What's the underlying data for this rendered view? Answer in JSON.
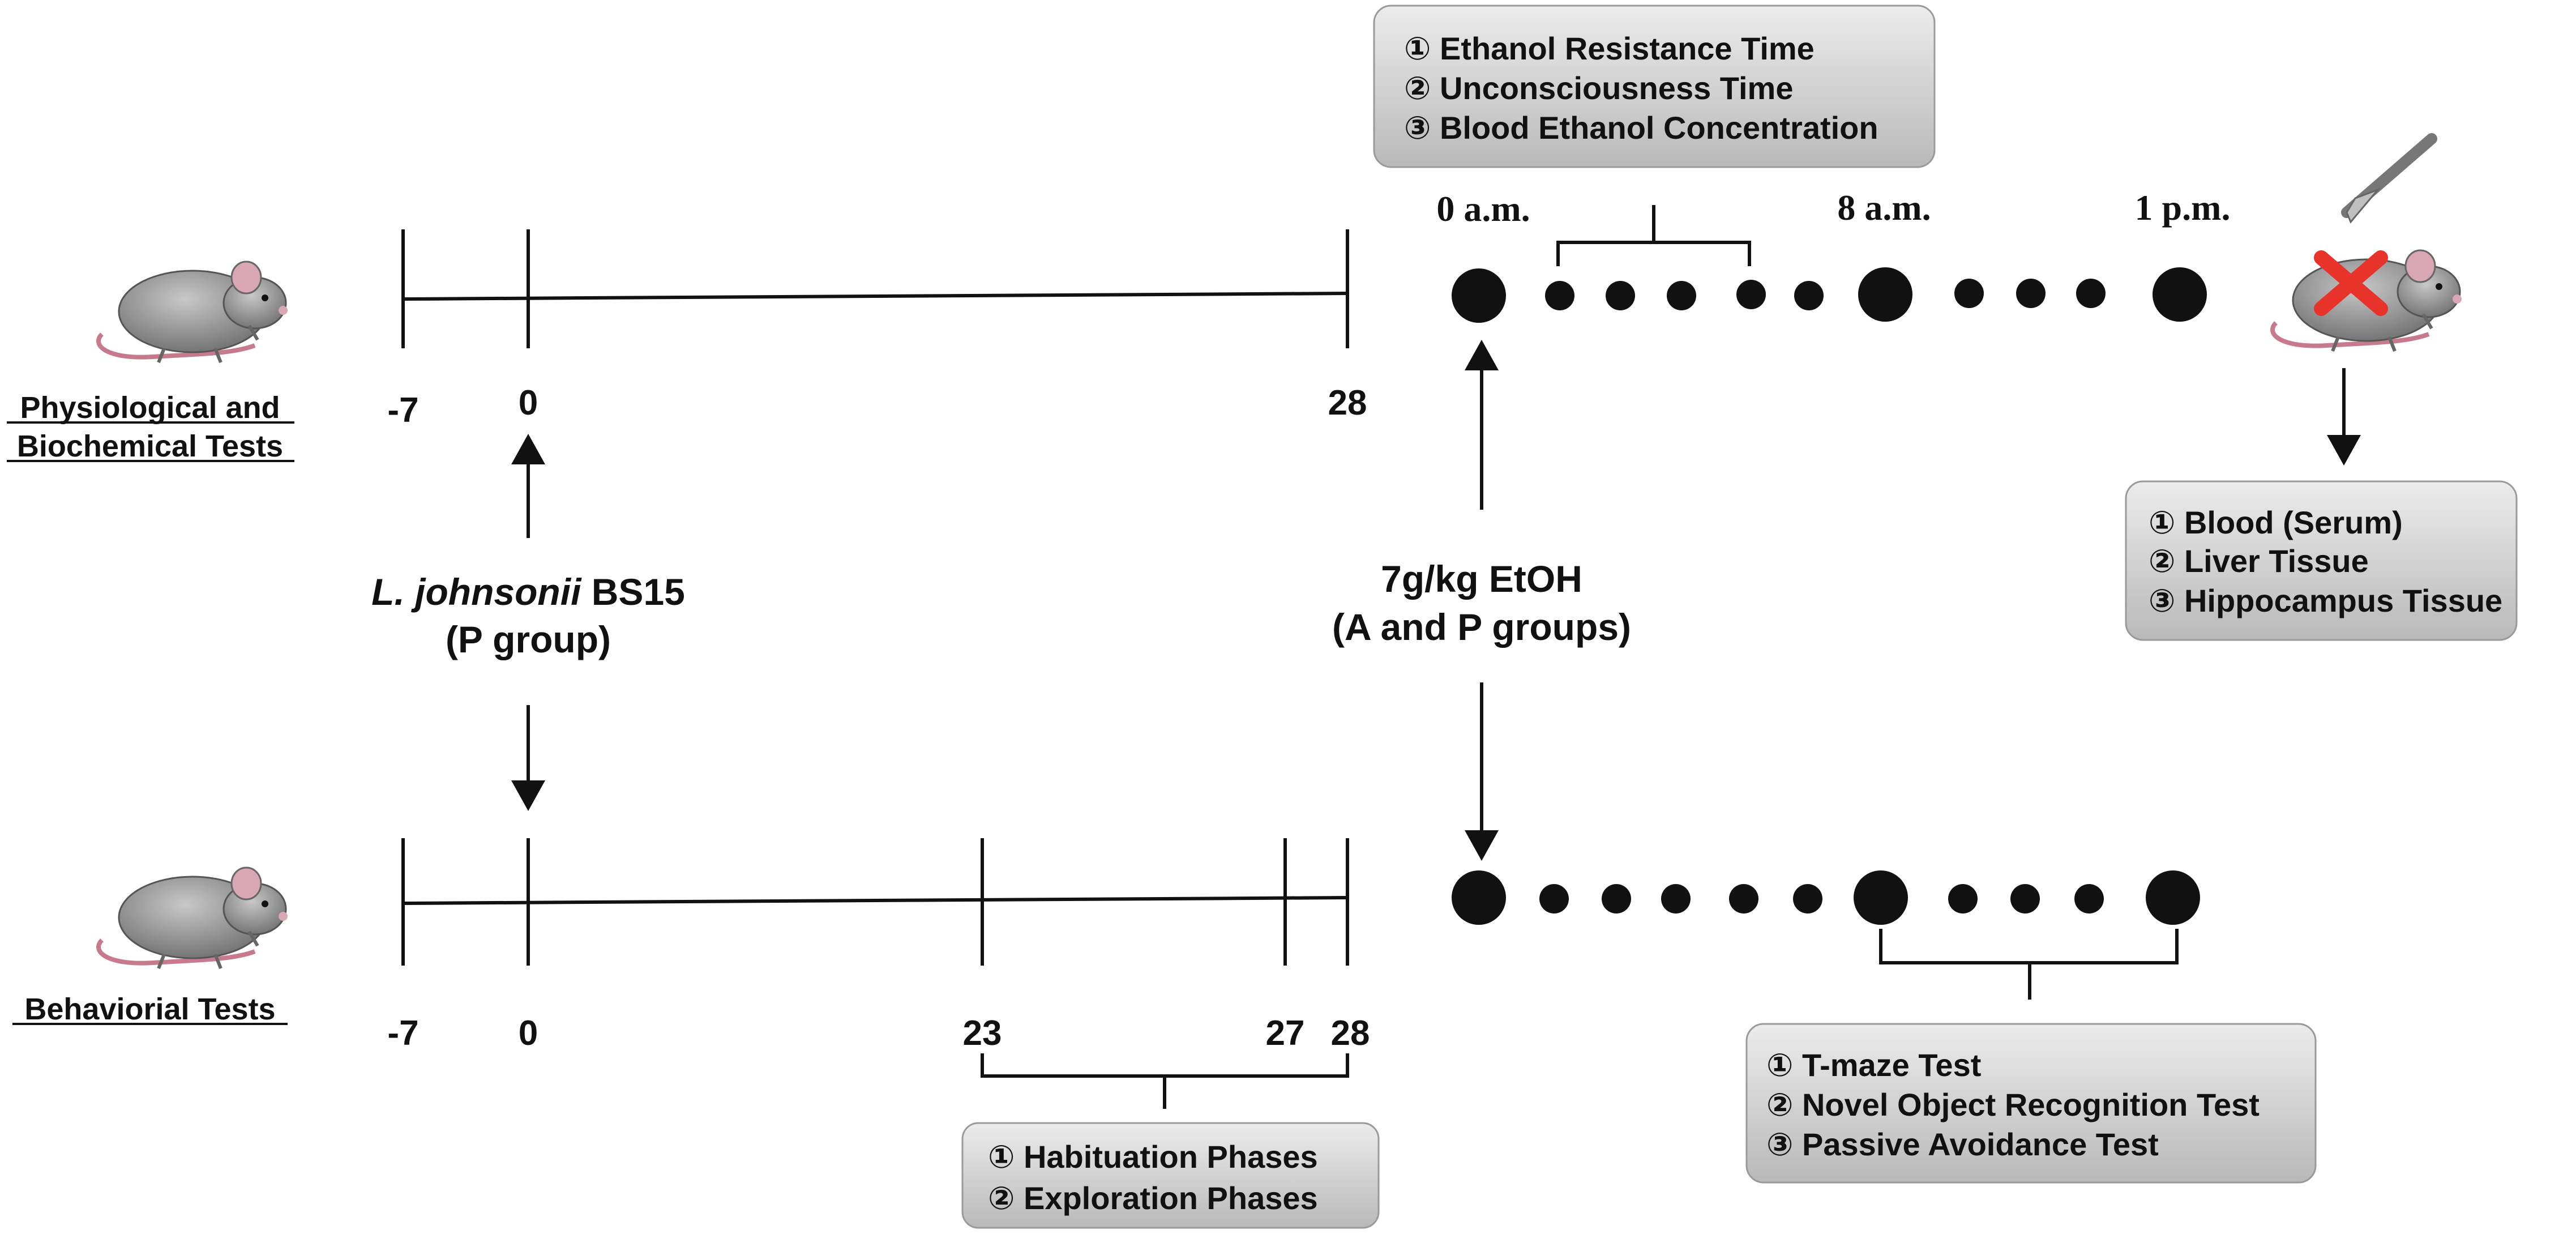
{
  "rows": {
    "top": {
      "label_line1": "Physiological and",
      "label_line2": "Biochemical Tests",
      "ticks": [
        "-7",
        "0",
        "28"
      ]
    },
    "bottom": {
      "label": "Behaviorial Tests",
      "ticks": [
        "-7",
        "0",
        "23",
        "27",
        "28"
      ]
    }
  },
  "time_labels": {
    "t0": "0 a.m.",
    "t8": "8 a.m.",
    "t13": "1 p.m."
  },
  "treatments": {
    "probiotic_italic": "L. johnsonii",
    "probiotic_rest": " BS15",
    "probiotic_group": "(P group)",
    "ethanol_dose": "7g/kg EtOH",
    "ethanol_groups": "(A and P groups)"
  },
  "boxes": {
    "ethanol_tests": [
      "① Ethanol Resistance Time",
      "② Unconsciousness Time",
      "③ Blood Ethanol Concentration"
    ],
    "samples": [
      "① Blood (Serum)",
      "② Liver Tissue",
      "③ Hippocampus Tissue"
    ],
    "phases": [
      "① Habituation Phases",
      "② Exploration Phases"
    ],
    "behavior_tests": [
      "① T-maze Test",
      "② Novel Object Recognition Test",
      "③ Passive Avoidance Test"
    ]
  },
  "icons": {
    "mouse": "mouse-icon",
    "scalpel": "scalpel-icon",
    "sacrifice": "red-x-icon"
  },
  "colors": {
    "line": "#111111",
    "box_fill_light": "#e6e6e6",
    "box_fill_dark": "#bdbdbd",
    "mouse_body": "#8e8e8e",
    "mouse_tail": "#c77a8e",
    "cross": "#e8332b"
  }
}
